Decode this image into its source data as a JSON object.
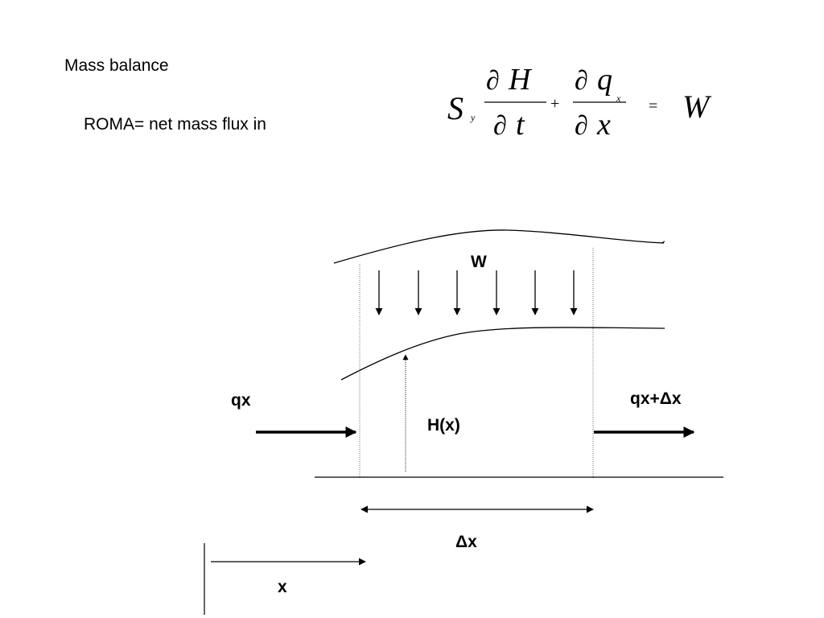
{
  "text": {
    "title": "Mass balance",
    "subtitle": "ROMA= net mass flux in"
  },
  "equation": {
    "storage_coeff": "S",
    "storage_sub": "y",
    "partial": "∂",
    "numerator1": "H",
    "denominator1": "t",
    "plus": "+",
    "numerator2": "q",
    "numerator2_sub": "x",
    "denominator2": "x",
    "equals": "=",
    "rhs": "W"
  },
  "labels": {
    "recharge": "W",
    "inflow": "qx",
    "outflow": "qx+Δx",
    "head": "H(x)",
    "delta_x": "Δx",
    "x_axis": "x"
  }
}
